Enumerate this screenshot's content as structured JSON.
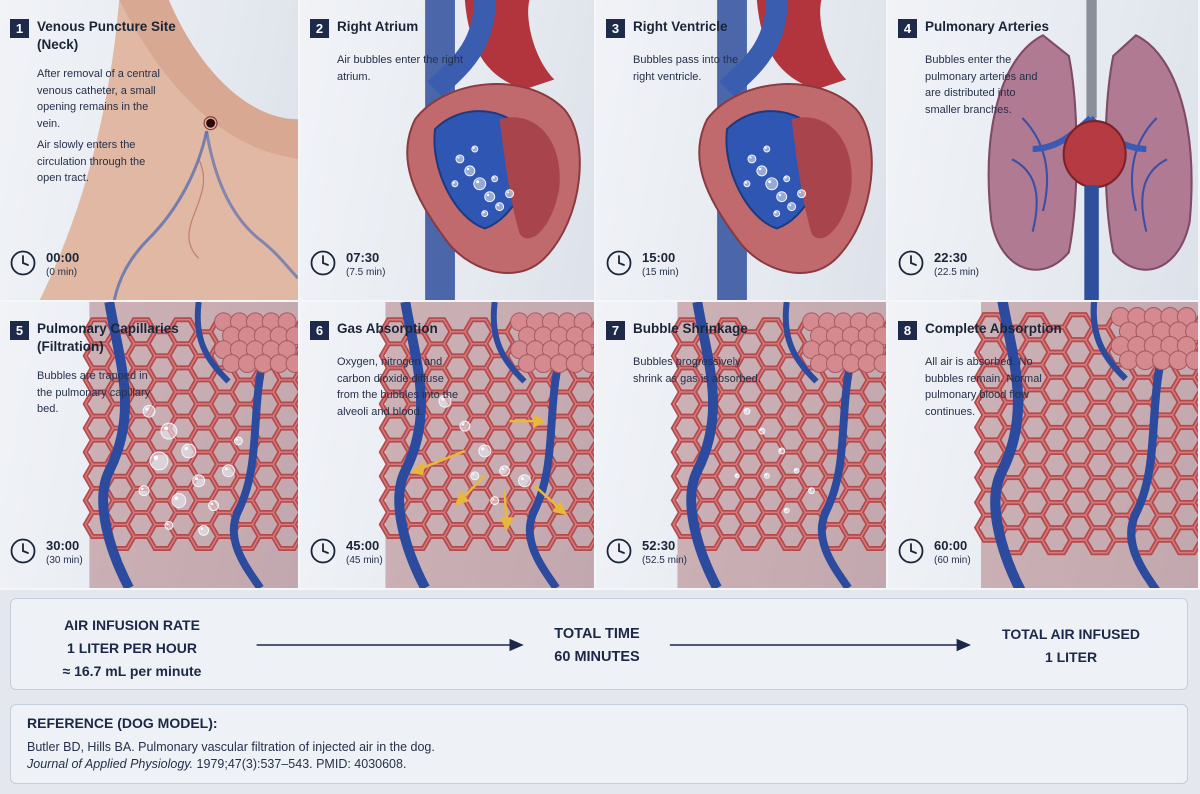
{
  "panels": [
    {
      "num": "1",
      "title": "Venous Puncture Site (Neck)",
      "desc": [
        "After removal of a central venous catheter, a small opening remains in the vein.",
        "Air slowly enters the circulation through the open tract."
      ],
      "time": "00:00",
      "minutes": "(0 min)",
      "art": "neck"
    },
    {
      "num": "2",
      "title": "Right Atrium",
      "desc": [
        "Air bubbles enter the right atrium."
      ],
      "time": "07:30",
      "minutes": "(7.5 min)",
      "art": "heart"
    },
    {
      "num": "3",
      "title": "Right Ventricle",
      "desc": [
        "Bubbles pass into the right ventricle."
      ],
      "time": "15:00",
      "minutes": "(15 min)",
      "art": "heart"
    },
    {
      "num": "4",
      "title": "Pulmonary Arteries",
      "desc": [
        "Bubbles enter the pulmonary arteries and are distributed into smaller branches."
      ],
      "time": "22:30",
      "minutes": "(22.5 min)",
      "art": "lungs"
    },
    {
      "num": "5",
      "title": "Pulmonary Capillaries (Filtration)",
      "desc": [
        "Bubbles are trapped in the pulmonary capillary bed."
      ],
      "time": "30:00",
      "minutes": "(30 min)",
      "art": "capillary",
      "bubbles": "many"
    },
    {
      "num": "6",
      "title": "Gas Absorption",
      "desc": [
        "Oxygen, nitrogen and carbon dioxide diffuse from the bubbles into the alveoli and blood."
      ],
      "time": "45:00",
      "minutes": "(45 min)",
      "art": "capillary",
      "bubbles": "arrows"
    },
    {
      "num": "7",
      "title": "Bubble Shrinkage",
      "desc": [
        "Bubbles progressively shrink as gas is absorbed."
      ],
      "time": "52:30",
      "minutes": "(52.5 min)",
      "art": "capillary",
      "bubbles": "small"
    },
    {
      "num": "8",
      "title": "Complete Absorption",
      "desc": [
        "All air is absorbed. No bubbles remain. Normal pulmonary blood flow continues."
      ],
      "time": "60:00",
      "minutes": "(60 min)",
      "art": "capillary",
      "bubbles": "none"
    }
  ],
  "rate": {
    "label": "AIR INFUSION RATE",
    "value": "1 LITER PER HOUR",
    "per_minute": "≈ 16.7 mL per minute",
    "total_time_label": "TOTAL TIME",
    "total_time_value": "60 MINUTES",
    "total_air_label": "TOTAL AIR INFUSED",
    "total_air_value": "1 LITER"
  },
  "reference": {
    "title": "REFERENCE (DOG MODEL):",
    "line1": "Butler BD, Hills BA. Pulmonary vascular filtration of injected air in the dog.",
    "journal": "Journal of Applied Physiology.",
    "citation": " 1979;47(3):537–543. PMID: 4030608."
  },
  "colors": {
    "badge": "#1d2a4a",
    "vein": "#2f4f9c",
    "artery": "#a8323a",
    "tissue": "#c8555a"
  }
}
